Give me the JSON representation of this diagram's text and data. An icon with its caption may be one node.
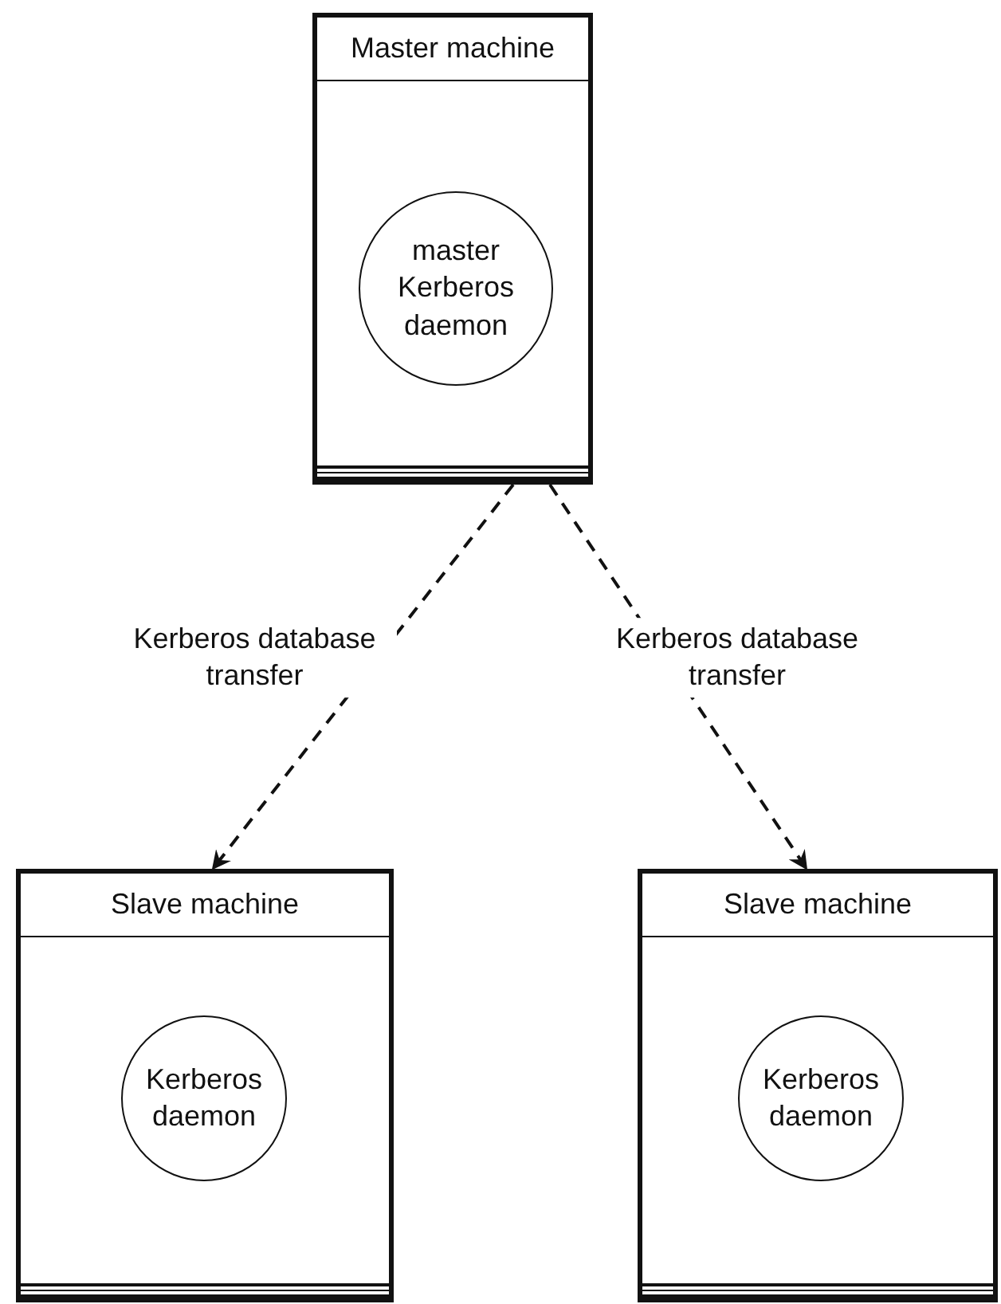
{
  "diagram": {
    "nodes": [
      {
        "text": [
          "Master machine"
        ]
      },
      {
        "text": [
          "master Kerberos daemon"
        ],
        "in": 0
      },
      {
        "text": [
          "Slave machine"
        ]
      },
      {
        "text": [
          "Kerberos daemon"
        ],
        "in": 2
      },
      {
        "text": [
          "Slave machine"
        ]
      },
      {
        "text": [
          "Kerberos daemon"
        ],
        "in": 4
      }
    ],
    "edges": [
      {
        "from": 0,
        "to": 2,
        "arrow": "to",
        "style": "dashed",
        "label": "Kerberos database transfer"
      },
      {
        "from": 0,
        "to": 4,
        "arrow": "to",
        "style": "dashed",
        "label": "Kerberos database transfer"
      }
    ]
  }
}
